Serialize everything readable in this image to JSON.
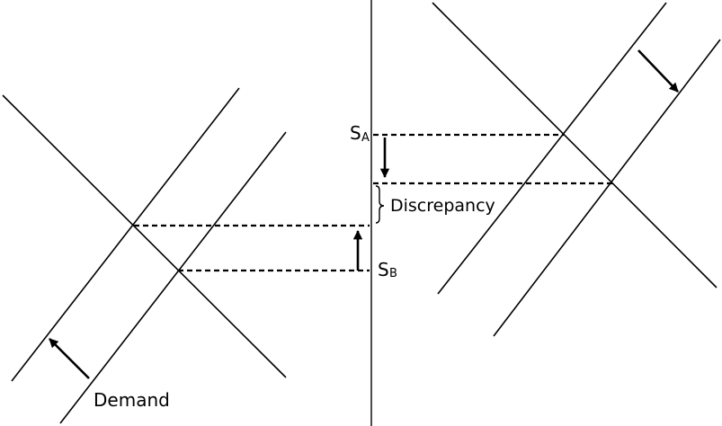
{
  "labels": {
    "demand": "Demand",
    "discrepancy": "Discrepancy",
    "s_a_main": "S",
    "s_a_sub": "A",
    "s_b_main": "S",
    "s_b_sub": "B"
  },
  "colors": {
    "ink": "#000000",
    "background": "#ffffff"
  }
}
